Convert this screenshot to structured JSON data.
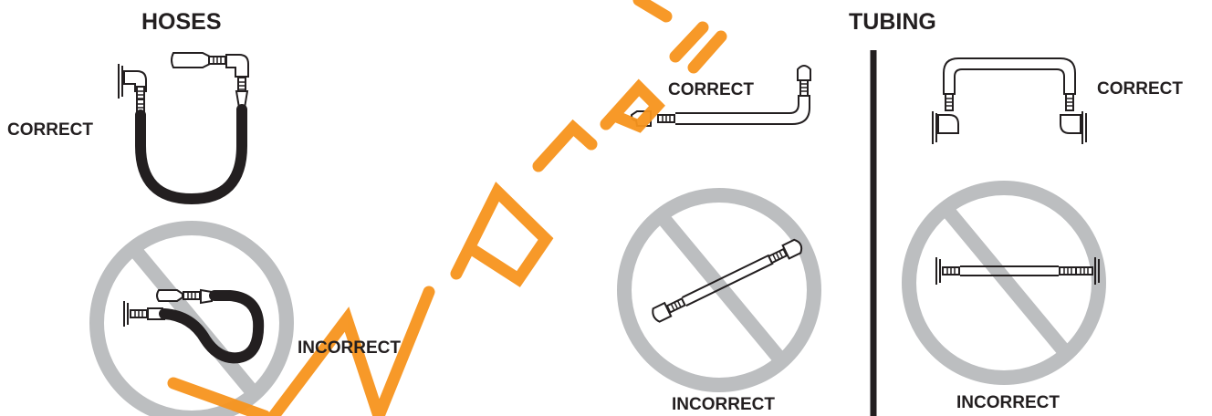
{
  "headings": {
    "hoses": "HOSES",
    "tubing": "TUBING"
  },
  "labels": {
    "correct": "CORRECT",
    "incorrect": "INCORRECT"
  },
  "colors": {
    "line": "#231f20",
    "prohibition": "#bcbec0",
    "watermark": "#f7941d"
  },
  "icons": {
    "prohibition": "prohibition-icon",
    "hose": "hose-icon",
    "tube": "tube-icon",
    "fitting": "elbow-fitting-icon"
  }
}
